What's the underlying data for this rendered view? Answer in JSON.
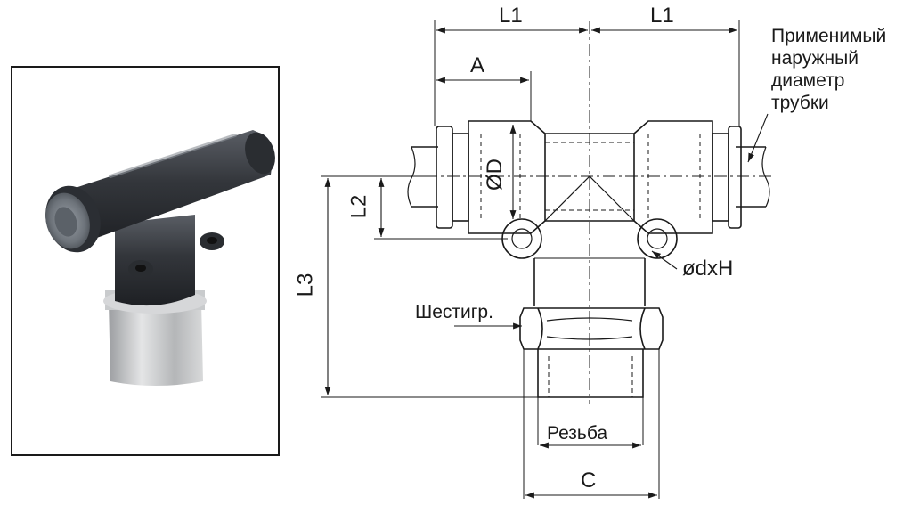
{
  "dimensions": {
    "l1_left": "L1",
    "l1_right": "L1",
    "a": "A",
    "od": "ØD",
    "l2": "L2",
    "l3": "L3",
    "port": "ødxH",
    "hex": "Шестигр.",
    "thread": "Резьба",
    "c": "C"
  },
  "notes": {
    "applicable_tube_od": "Применимый\nнаружный\nдиаметр\nтрубки"
  },
  "colors": {
    "line": "#1a1a1a",
    "fitting_body": "#3a3d42",
    "collet": "#7a8088",
    "metal_base": "#c8cacc"
  }
}
